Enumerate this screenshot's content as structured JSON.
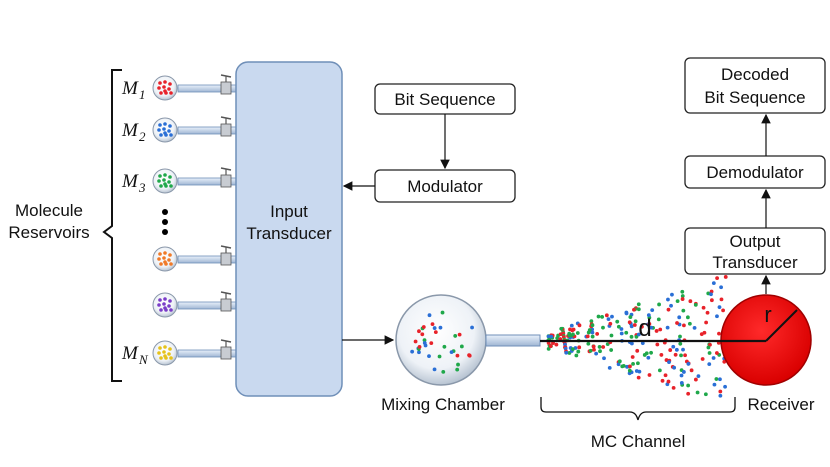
{
  "reservoirs": {
    "group_label_line1": "Molecule",
    "group_label_line2": "Reservoirs",
    "items": [
      {
        "symbol": "M",
        "sub": "1",
        "color": "#e8222a"
      },
      {
        "symbol": "M",
        "sub": "2",
        "color": "#2a6fd6"
      },
      {
        "symbol": "M",
        "sub": "3",
        "color": "#1fa84a"
      },
      {
        "symbol": "",
        "sub": "",
        "color": "#f07a28"
      },
      {
        "symbol": "",
        "sub": "",
        "color": "#7a3cc8"
      },
      {
        "symbol": "M",
        "sub": "N",
        "color": "#e6c21a"
      }
    ]
  },
  "blocks": {
    "input_transducer_line1": "Input",
    "input_transducer_line2": "Transducer",
    "bit_sequence": "Bit Sequence",
    "modulator": "Modulator",
    "decoded_line1": "Decoded",
    "decoded_line2": "Bit Sequence",
    "demodulator": "Demodulator",
    "output_transducer_line1": "Output",
    "output_transducer_line2": "Transducer"
  },
  "labels": {
    "mixing_chamber": "Mixing Chamber",
    "receiver": "Receiver",
    "mc_channel": "MC Channel",
    "distance": "d",
    "radius": "r"
  },
  "colors": {
    "transducer_fill": "#c9d9ef",
    "receiver_fill": "#ff0000",
    "molecule_red": "#e8222a",
    "molecule_green": "#1fa84a",
    "molecule_blue": "#2a6fd6"
  }
}
